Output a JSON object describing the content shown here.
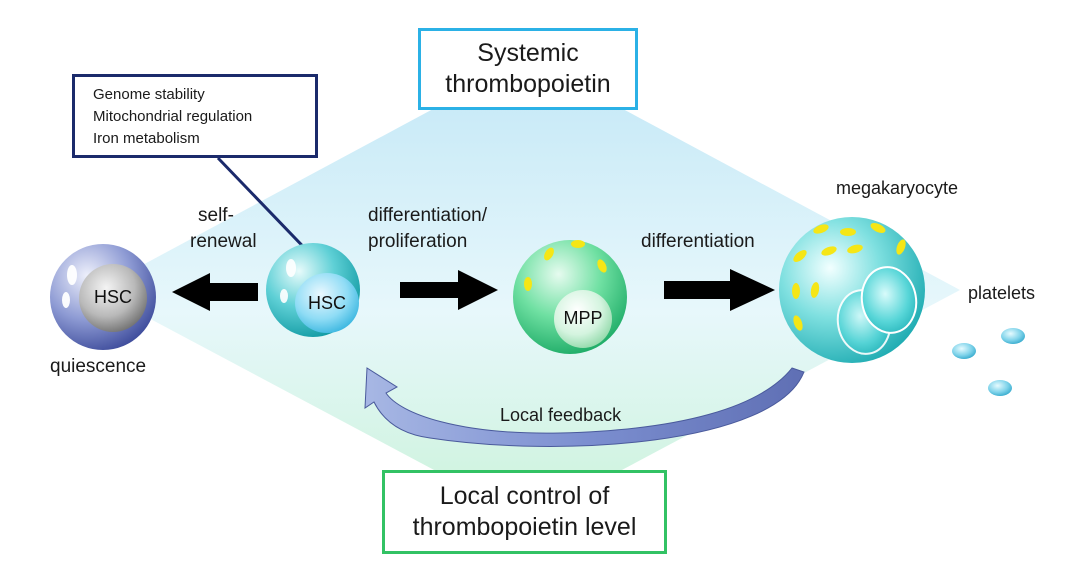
{
  "title_boxes": {
    "systemic": [
      "Systemic",
      "thrombopoietin"
    ],
    "local": [
      "Local control of",
      "thrombopoietin level"
    ]
  },
  "notes": {
    "items": [
      "Genome stability",
      "Mitochondrial regulation",
      "Iron metabolism"
    ],
    "border_color": "#1b2a6b"
  },
  "labels": {
    "self_renewal": [
      "self-",
      "renewal"
    ],
    "differentiation_proliferation": [
      "differentiation/",
      "proliferation"
    ],
    "differentiation": "differentiation",
    "megakaryocyte": "megakaryocyte",
    "platelets": "platelets",
    "quiescence": "quiescence",
    "local_feedback": "Local feedback"
  },
  "cells": {
    "quiescent_hsc": "HSC",
    "active_hsc": "HSC",
    "mpp": "MPP"
  },
  "colors": {
    "systemic_border": "#2bb1e6",
    "local_border": "#32c264",
    "arrow": "#000000",
    "granule": "#f5e616"
  }
}
